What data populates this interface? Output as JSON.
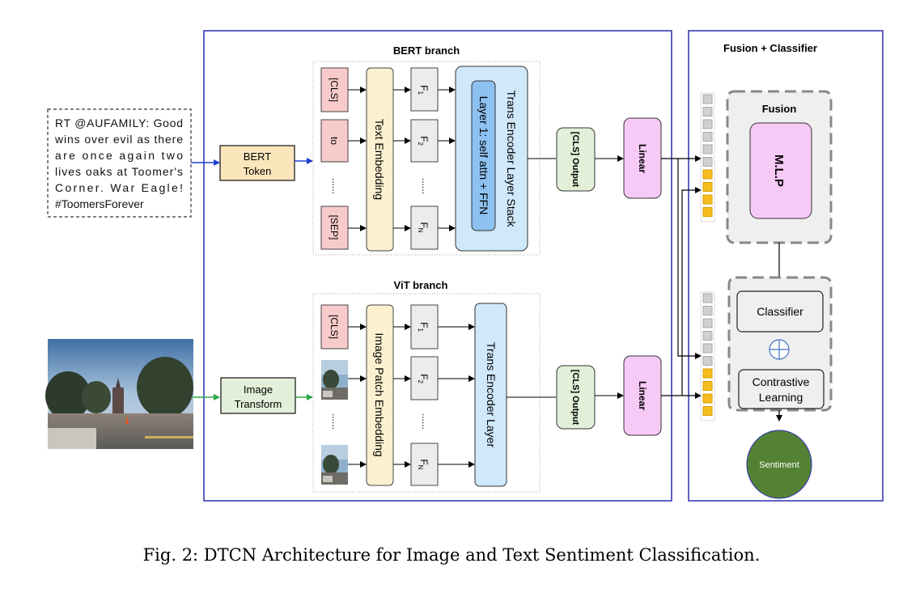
{
  "input_text": {
    "lines": [
      "RT @AUFAMILY: Good",
      "wins over evil as there",
      "are once again two",
      "lives oaks at Toomer's",
      "Corner. War Eagle!",
      "#ToomersForever"
    ]
  },
  "bert_token": {
    "line1": "BERT",
    "line2": "Token"
  },
  "image_transform": {
    "line1": "Image",
    "line2": "Transform"
  },
  "bert_branch": {
    "title": "BERT branch",
    "tokens": [
      "[CLS]",
      "to",
      "[SEP]"
    ],
    "ellipsis": "......",
    "embedding": "Text Embedding",
    "features": [
      "F",
      "F",
      "F"
    ],
    "feature_subscripts": [
      "1",
      "2",
      "N"
    ],
    "encoder": "Trans Encoder Layer Stack",
    "inner_layer": "Layer 1: self attn + FFN",
    "output": "[CLS] Output",
    "linear": "Linear"
  },
  "vit_branch": {
    "title": "ViT branch",
    "tokens": [
      "[CLS]"
    ],
    "ellipsis": "......",
    "embedding": "Image Patch Embedding",
    "features": [
      "F",
      "F",
      "F"
    ],
    "feature_subscripts": [
      "1",
      "2",
      "N"
    ],
    "encoder": "Trans Encoder Layer",
    "output": "[CLS] Output",
    "linear": "Linear"
  },
  "fusion_classifier": {
    "title": "Fusion + Classifier",
    "fusion_title": "Fusion",
    "mlp": "M.L.P",
    "classifier": "Classifier",
    "contrastive_line1": "Contrastive",
    "contrastive_line2": "Learning",
    "output": "Sentiment"
  },
  "caption": "Fig. 2: DTCN Architecture for Image and Text Sentiment Classification.",
  "colors": {
    "frame": "#2b2bb0",
    "text_arrow": "#1f3fd0",
    "image_arrow": "#2aa84a",
    "token_pink": "#f8cbcb",
    "embedding_yellow": "#fdf0d0",
    "encoder_blue": "#cfe8fa",
    "output_green": "#e2efd9",
    "linear_pink": "#f7c9f7",
    "sentiment_green": "#548235",
    "feature_yellow": "#f5bd1f"
  }
}
